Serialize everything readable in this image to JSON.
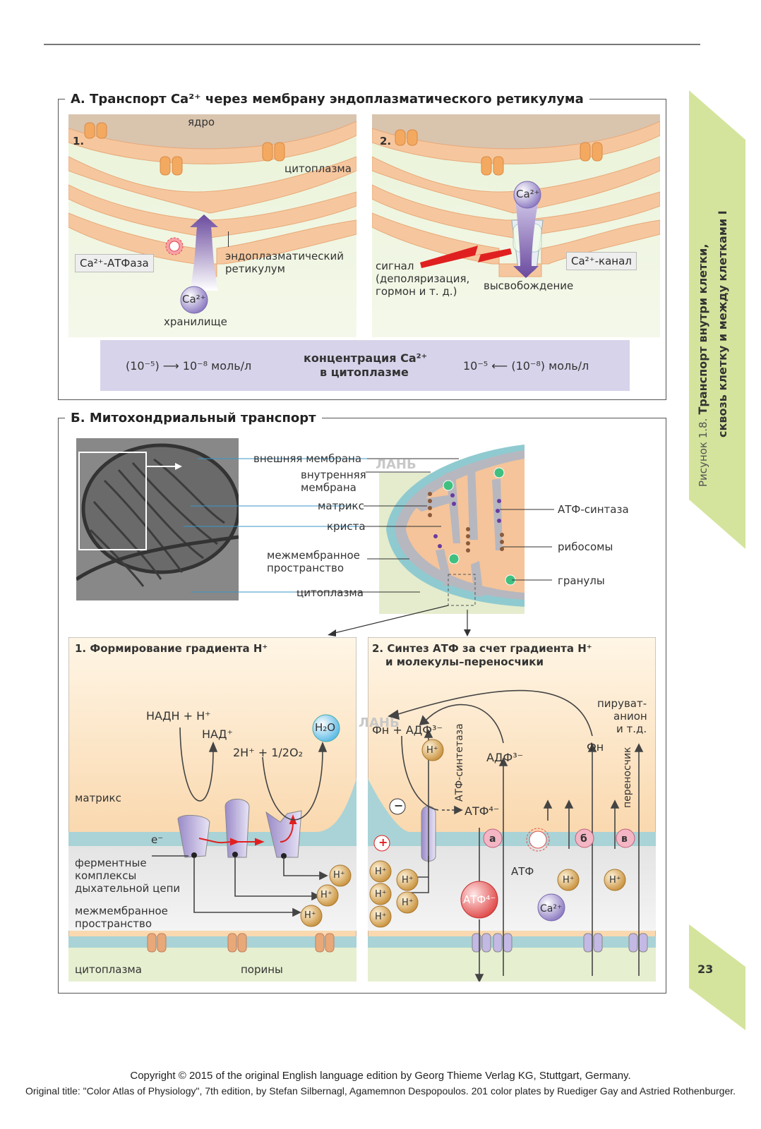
{
  "header": {
    "rule": ""
  },
  "side": {
    "figure": "Рисунок 1.8.",
    "title_line1": "Транспорт внутри клетки,",
    "title_line2": "сквозь клетку и между клетками I",
    "page_number": "23"
  },
  "watermark": {
    "text": "ЛАНЬ"
  },
  "panelA": {
    "title": "А. Транспорт Ca²⁺ через мембрану эндоплазматического  ретикулума",
    "p1": {
      "num": "1.",
      "nucleus": "ядро",
      "cytoplasm": "цитоплазма",
      "atpase": "Ca²⁺-АТФаза",
      "er_line1": "эндоплазматический",
      "er_line2": "ретикулум",
      "ca": "Ca²⁺",
      "storage": "хранилище"
    },
    "p2": {
      "num": "2.",
      "ca": "Ca²⁺",
      "channel": "Ca²⁺-канал",
      "signal_line1": "сигнал",
      "signal_line2": "(деполяризация,",
      "signal_line3": "гормон и т. д.)",
      "release": "высвобождение"
    },
    "conc": {
      "left": "(10⁻⁵) ⟶ 10⁻⁸ моль/л",
      "center_line1": "концентрация Ca²⁺",
      "center_line2": "в цитоплазме",
      "right": "10⁻⁵ ⟵ (10⁻⁸) моль/л"
    }
  },
  "panelB": {
    "title": "Б. Митохондриальный транспорт",
    "labels": {
      "outer": "внешняя мембрана",
      "inner_line1": "внутренняя",
      "inner_line2": "мембрана",
      "matrix": "матрикс",
      "crista": "криста",
      "ims_line1": "межмембранное",
      "ims_line2": "пространство",
      "cytoplasm": "цитоплазма",
      "atp_synthase": "АТФ-синтаза",
      "ribosomes": "рибосомы",
      "granules": "гранулы"
    },
    "sub1": {
      "title": "1. Формирование градиента H⁺",
      "nadh": "НАДН + H⁺",
      "nad": "НАД⁺",
      "o2": "2H⁺ + 1/2O₂",
      "h2o": "H₂O",
      "matrix": "матрикс",
      "e": "e⁻",
      "enz_line1": "ферментные",
      "enz_line2": "комплексы",
      "enz_line3": "дыхательной цепи",
      "ims_line1": "межмембранное",
      "ims_line2": "пространство",
      "cytoplasm": "цитоплазма",
      "porins": "порины",
      "h": "H⁺"
    },
    "sub2": {
      "title_line1": "2. Синтез АТФ за счет градиента H⁺",
      "title_line2": "и молекулы–переносчики",
      "pi_adp": "Фн + АДФ³⁻",
      "synthase": "АТФ-синтетаза",
      "adp": "АДФ³⁻",
      "pi": "Фн",
      "pyruvate_line1": "пируват-",
      "pyruvate_line2": "анион",
      "pyruvate_line3": "и т.д.",
      "carrier": "переносчик",
      "atp4": "АТФ⁴⁻",
      "atp_big": "АТФ⁴⁻",
      "atp": "АТФ",
      "a": "а",
      "b": "б",
      "v": "в",
      "ca": "Ca²⁺",
      "h": "H⁺",
      "minus": "−",
      "plus": "+"
    }
  },
  "footer": {
    "line1": "Copyright © 2015 of the original English language edition by Georg Thieme Verlag KG, Stuttgart, Germany.",
    "line2": "Original title: \"Color Atlas of Physiology\", 7th edition, by Stefan Silbernagl, Agamemnon Despopoulos. 201 color plates by Ruediger Gay and Astried Rothenburger."
  }
}
